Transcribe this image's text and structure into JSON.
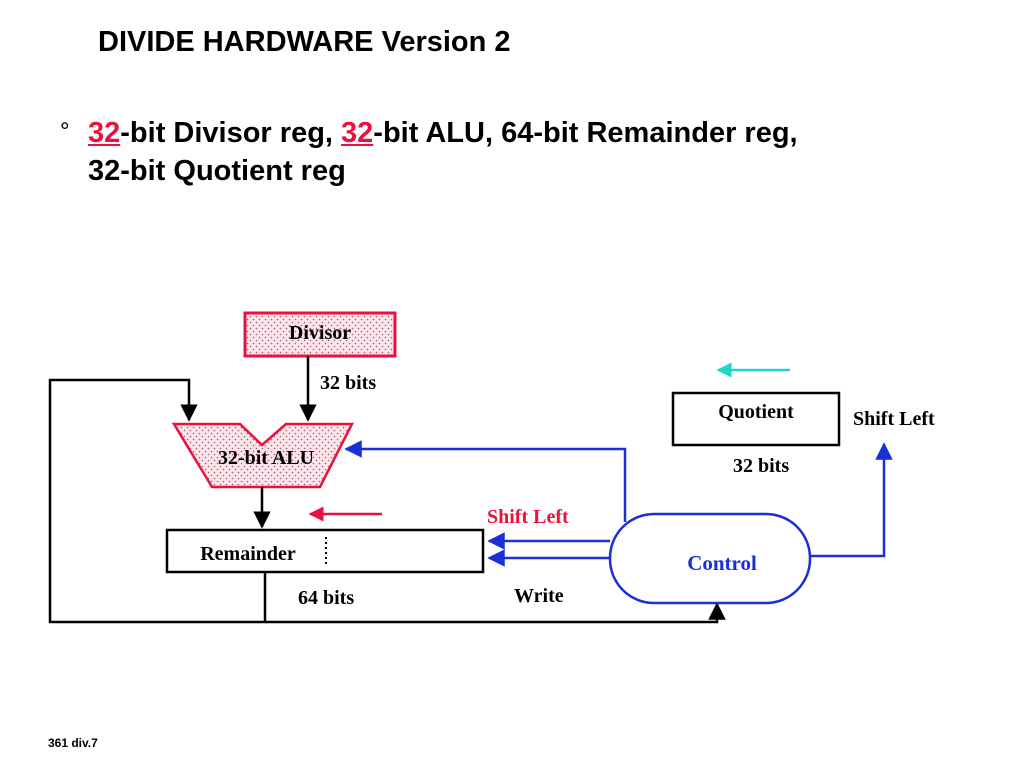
{
  "slide": {
    "title": "DIVIDE HARDWARE Version 2",
    "bullet_line1_part1": "32",
    "bullet_line1_part2": "-bit Divisor reg, ",
    "bullet_line1_part3": "32",
    "bullet_line1_part4": "-bit ALU, 64-bit Remainder reg,",
    "bullet_line2": "32-bit Quotient reg",
    "bullet_symbol": "°",
    "footer": "361 div.7"
  },
  "diagram": {
    "divisor_label": "Divisor",
    "divisor_bits": "32 bits",
    "alu_label": "32-bit ALU",
    "remainder_label": "Remainder",
    "remainder_bits": "64 bits",
    "quotient_label": "Quotient",
    "quotient_bits": "32 bits",
    "quotient_shift": "Shift Left",
    "remainder_shift": "Shift Left",
    "write_label": "Write",
    "control_label": "Control",
    "colors": {
      "register_red": "#e8123c",
      "register_fill": "#fbe4ea",
      "control_blue": "#1a2fd6",
      "arrow_cyan": "#1fd6c8",
      "highlight_red": "#e8123c"
    }
  }
}
